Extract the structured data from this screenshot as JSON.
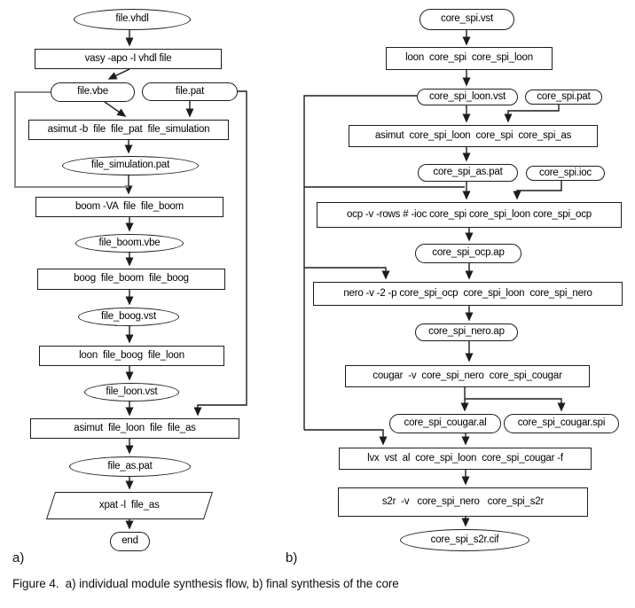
{
  "figure": {
    "label_a": "a)",
    "label_b": "b)",
    "caption": "Figure 4.  a) individual module synthesis flow, b) final synthesis of the core"
  },
  "colors": {
    "line": "#1c1c1c",
    "loop_line_gray": "#8a8a8a",
    "node_border": "#1c1c1c",
    "node_background": "#ffffff",
    "text": "#000000",
    "background": "#ffffff"
  },
  "diagram_a": {
    "nodes": [
      {
        "id": "file-vhdl",
        "shape": "ellipse",
        "label": "file.vhdl"
      },
      {
        "id": "vasy",
        "shape": "rect",
        "label": "vasy -apo -I vhdl file"
      },
      {
        "id": "file-vbe",
        "shape": "stadium",
        "label": "file.vbe"
      },
      {
        "id": "file-pat",
        "shape": "stadium",
        "label": "file.pat"
      },
      {
        "id": "asimut-b",
        "shape": "rect",
        "label": "asimut -b  file  file_pat  file_simulation"
      },
      {
        "id": "file-simulation-pat",
        "shape": "ellipse",
        "label": "file_simulation.pat"
      },
      {
        "id": "boom",
        "shape": "rect",
        "label": "boom -VA  file  file_boom"
      },
      {
        "id": "file-boom-vbe",
        "shape": "ellipse",
        "label": "file_boom.vbe"
      },
      {
        "id": "boog",
        "shape": "rect",
        "label": "boog  file_boom  file_boog"
      },
      {
        "id": "file-boog-vst",
        "shape": "ellipse",
        "label": "file_boog.vst"
      },
      {
        "id": "loon",
        "shape": "rect",
        "label": "loon  file_boog  file_loon"
      },
      {
        "id": "file-loon-vst",
        "shape": "ellipse",
        "label": "file_loon.vst"
      },
      {
        "id": "asimut-2",
        "shape": "rect",
        "label": "asimut  file_loon  file  file_as"
      },
      {
        "id": "file-as-pat",
        "shape": "ellipse",
        "label": "file_as.pat"
      },
      {
        "id": "xpat",
        "shape": "parallelogram",
        "label": "xpat -l  file_as"
      },
      {
        "id": "end",
        "shape": "stadium",
        "label": "end"
      }
    ],
    "edges": [
      {
        "from": "file-vhdl",
        "to": "vasy"
      },
      {
        "from": "vasy",
        "to": "file-vbe"
      },
      {
        "from": "file-vbe",
        "to": "asimut-b"
      },
      {
        "from": "file-pat",
        "to": "asimut-b"
      },
      {
        "from": "asimut-b",
        "to": "file-simulation-pat"
      },
      {
        "from": "file-simulation-pat",
        "to": "boom"
      },
      {
        "from": "file-vbe",
        "to": "boom"
      },
      {
        "from": "boom",
        "to": "file-boom-vbe"
      },
      {
        "from": "file-boom-vbe",
        "to": "boog"
      },
      {
        "from": "boog",
        "to": "file-boog-vst"
      },
      {
        "from": "file-boog-vst",
        "to": "loon"
      },
      {
        "from": "loon",
        "to": "file-loon-vst"
      },
      {
        "from": "file-loon-vst",
        "to": "asimut-2"
      },
      {
        "from": "file-pat",
        "to": "asimut-2"
      },
      {
        "from": "asimut-2",
        "to": "file-as-pat"
      },
      {
        "from": "file-as-pat",
        "to": "xpat"
      },
      {
        "from": "xpat",
        "to": "end"
      }
    ]
  },
  "diagram_b": {
    "nodes": [
      {
        "id": "core-spi-vst",
        "shape": "stadium",
        "label": "core_spi.vst"
      },
      {
        "id": "loon-b",
        "shape": "rect",
        "label": "loon  core_spi  core_spi_loon"
      },
      {
        "id": "core-spi-loon-vst",
        "shape": "stadium",
        "label": "core_spi_loon.vst"
      },
      {
        "id": "core-spi-pat",
        "shape": "stadium",
        "label": "core_spi.pat"
      },
      {
        "id": "asimut-core",
        "shape": "rect",
        "label": "asimut  core_spi_loon  core_spi  core_spi_as"
      },
      {
        "id": "core-spi-as-pat",
        "shape": "stadium",
        "label": "core_spi_as.pat"
      },
      {
        "id": "core-spi-ioc",
        "shape": "stadium",
        "label": "core_spi.ioc"
      },
      {
        "id": "ocp",
        "shape": "rect",
        "label": "ocp -v -rows # -ioc core_spi core_spi_loon core_spi_ocp"
      },
      {
        "id": "core-spi-ocp-ap",
        "shape": "stadium",
        "label": "core_spi_ocp.ap"
      },
      {
        "id": "nero",
        "shape": "rect",
        "label": "nero -v -2 -p core_spi_ocp  core_spi_loon  core_spi_nero"
      },
      {
        "id": "core-spi-nero-ap",
        "shape": "stadium",
        "label": "core_spi_nero.ap"
      },
      {
        "id": "cougar",
        "shape": "rect",
        "label": "cougar  -v  core_spi_nero  core_spi_cougar"
      },
      {
        "id": "core-spi-cougar-al",
        "shape": "stadium",
        "label": "core_spi_cougar.al"
      },
      {
        "id": "core-spi-cougar-spi",
        "shape": "stadium",
        "label": "core_spi_cougar.spi"
      },
      {
        "id": "lvx",
        "shape": "rect",
        "label": "lvx  vst  al  core_spi_loon  core_spi_cougar -f"
      },
      {
        "id": "s2r",
        "shape": "rect",
        "label": "s2r  -v   core_spi_nero   core_spi_s2r"
      },
      {
        "id": "core-spi-s2r-cif",
        "shape": "ellipse",
        "label": "core_spi_s2r.cif"
      }
    ],
    "edges": [
      {
        "from": "core-spi-vst",
        "to": "loon-b"
      },
      {
        "from": "loon-b",
        "to": "core-spi-loon-vst"
      },
      {
        "from": "core-spi-loon-vst",
        "to": "asimut-core"
      },
      {
        "from": "core-spi-pat",
        "to": "asimut-core"
      },
      {
        "from": "asimut-core",
        "to": "core-spi-as-pat"
      },
      {
        "from": "core-spi-as-pat",
        "to": "ocp"
      },
      {
        "from": "core-spi-ioc",
        "to": "ocp"
      },
      {
        "from": "core-spi-loon-vst",
        "to": "ocp"
      },
      {
        "from": "ocp",
        "to": "core-spi-ocp-ap"
      },
      {
        "from": "core-spi-ocp-ap",
        "to": "nero"
      },
      {
        "from": "core-spi-loon-vst",
        "to": "nero"
      },
      {
        "from": "nero",
        "to": "core-spi-nero-ap"
      },
      {
        "from": "core-spi-nero-ap",
        "to": "cougar"
      },
      {
        "from": "cougar",
        "to": "core-spi-cougar-al"
      },
      {
        "from": "cougar",
        "to": "core-spi-cougar-spi"
      },
      {
        "from": "core-spi-cougar-al",
        "to": "lvx"
      },
      {
        "from": "core-spi-loon-vst",
        "to": "lvx"
      },
      {
        "from": "lvx",
        "to": "s2r"
      },
      {
        "from": "s2r",
        "to": "core-spi-s2r-cif"
      }
    ]
  }
}
